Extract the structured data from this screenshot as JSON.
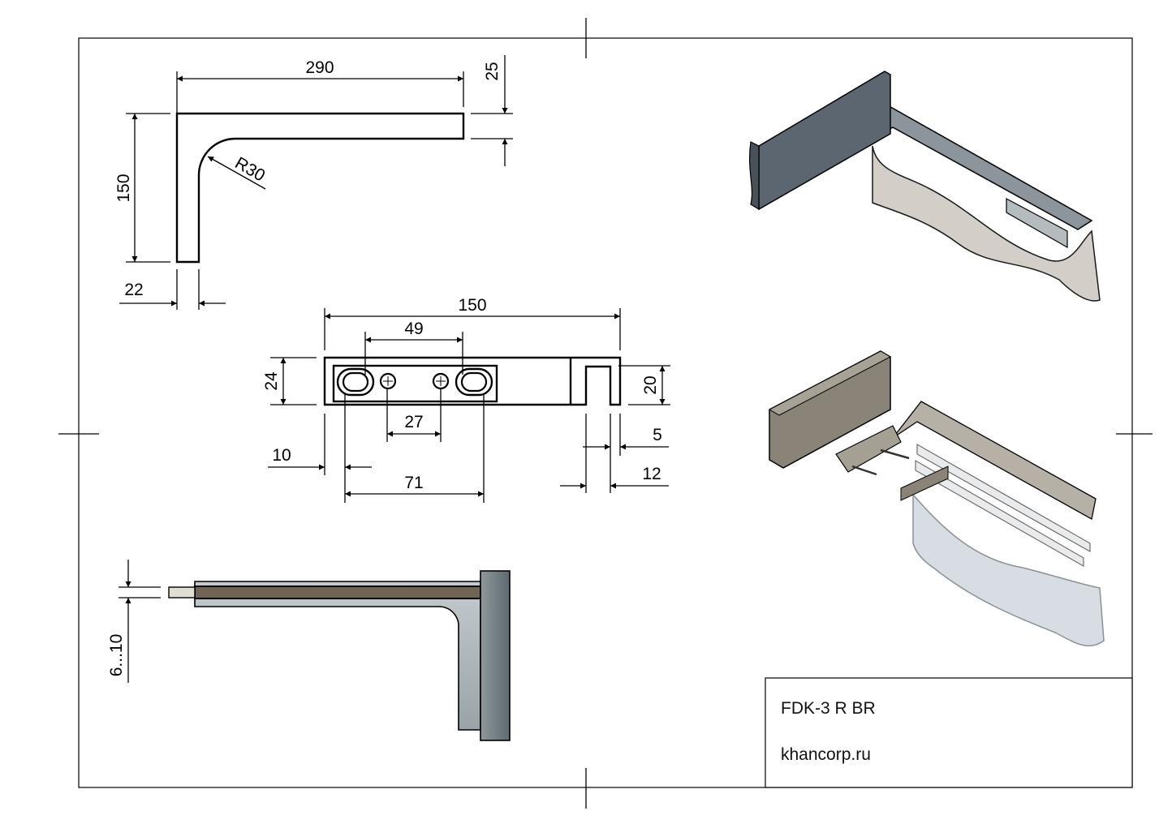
{
  "title_block": {
    "product_code": "FDK-3 R BR",
    "website": "khancorp.ru"
  },
  "top_view": {
    "length": "290",
    "thickness": "25",
    "height": "150",
    "radius": "R30",
    "leg_width": "22"
  },
  "plate_view": {
    "length": "150",
    "slot_spacing": "49",
    "height": "24",
    "notch_height": "20",
    "hole_spacing": "27",
    "offset_left": "10",
    "slot_outer": "71",
    "notch_width": "5",
    "notch_offset": "12"
  },
  "side_view": {
    "glass_thickness": "6...10"
  },
  "colors": {
    "glass_edge": "#6f6552",
    "metal_dark": "#5c6670",
    "metal_light": "#a9b1b5"
  }
}
